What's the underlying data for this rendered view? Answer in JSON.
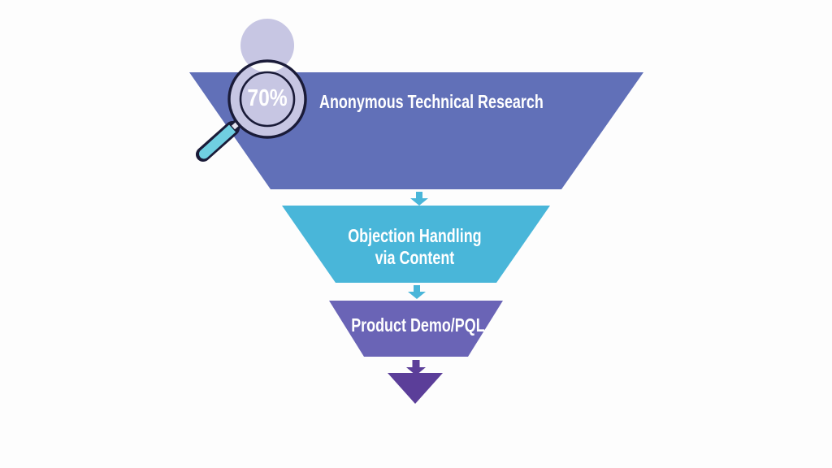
{
  "background_color": "#fdfdfd",
  "text_color": "#ffffff",
  "funnel": {
    "stages": [
      {
        "label": "Anonymous Technical Research",
        "color": "#6170b8",
        "annotation": "70%"
      },
      {
        "label": "Objection Handling via Content",
        "lines": [
          "Objection Handling",
          "via Content"
        ],
        "color": "#49b6d9"
      },
      {
        "label": "Product Demo/PQL",
        "color": "#6a64b6"
      }
    ],
    "connector_arrows": [
      {
        "position": "between-stage-1-and-2",
        "color": "#49b6d9"
      },
      {
        "position": "between-stage-2-and-3",
        "color": "#49b6d9"
      },
      {
        "position": "below-stage-3",
        "color": "#5b3e99"
      }
    ],
    "tip_color": "#5b3e99"
  },
  "magnifier": {
    "value": "70%",
    "ring_color": "#c7c6e3",
    "outline_color": "#1a1b38",
    "handle_color": "#70cfe1",
    "connector_color": "#e4e3f0"
  }
}
